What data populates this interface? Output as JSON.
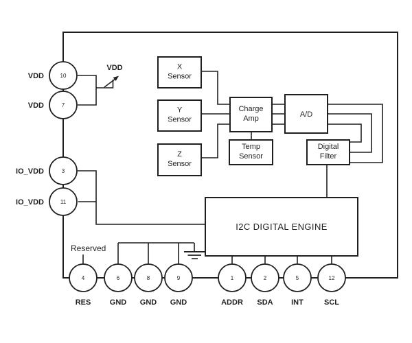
{
  "colors": {
    "line": "#1f1f1f",
    "background": "#ffffff"
  },
  "chip": {
    "blocks": {
      "x_sensor": {
        "line1": "X",
        "line2": "Sensor"
      },
      "y_sensor": {
        "line1": "Y",
        "line2": "Sensor"
      },
      "z_sensor": {
        "line1": "Z",
        "line2": "Sensor"
      },
      "charge_amp": {
        "line1": "Charge",
        "line2": "Amp"
      },
      "temp_sensor": {
        "line1": "Temp",
        "line2": "Sensor"
      },
      "adc": {
        "label": "A/D"
      },
      "digital_filter": {
        "line1": "Digital",
        "line2": "Filter"
      },
      "i2c_engine": {
        "label": "I2C DIGITAL ENGINE"
      }
    },
    "pins": {
      "left": [
        {
          "number": "10",
          "label": "VDD"
        },
        {
          "number": "7",
          "label": "VDD"
        },
        {
          "number": "3",
          "label": "IO_VDD"
        },
        {
          "number": "11",
          "label": "IO_VDD"
        }
      ],
      "bottom": [
        {
          "number": "4",
          "label": "RES"
        },
        {
          "number": "6",
          "label": "GND"
        },
        {
          "number": "8",
          "label": "GND"
        },
        {
          "number": "9",
          "label": "GND"
        },
        {
          "number": "1",
          "label": "ADDR"
        },
        {
          "number": "2",
          "label": "SDA"
        },
        {
          "number": "5",
          "label": "INT"
        },
        {
          "number": "12",
          "label": "SCL"
        }
      ]
    },
    "annotations": {
      "vdd_supply": "VDD",
      "reserved": "Reserved"
    }
  }
}
